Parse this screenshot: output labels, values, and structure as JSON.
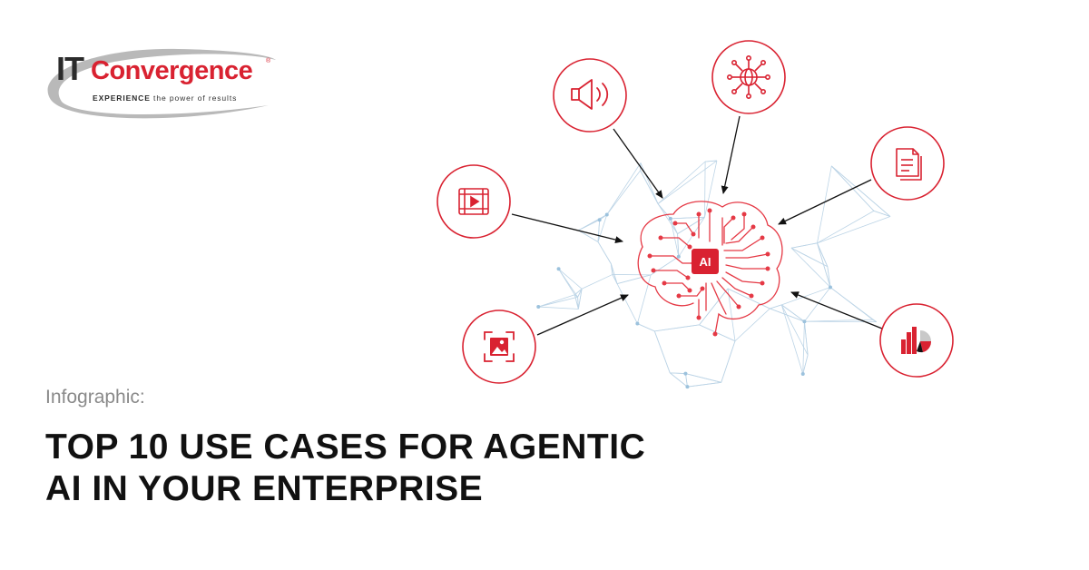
{
  "logo": {
    "prefix": "IT",
    "name": "Convergence",
    "registered": "®",
    "tagline_bold": "EXPERIENCE",
    "tagline_rest": " the power of results"
  },
  "hero": {
    "subtitle": "Infographic:",
    "title_line1": "TOP 10 USE CASES FOR AGENTIC",
    "title_line2": "AI IN YOUR ENTERPRISE"
  },
  "illustration": {
    "chip_label": "AI",
    "icons": [
      "speaker-icon",
      "globe-network-icon",
      "document-icon",
      "video-icon",
      "image-icon",
      "bar-pie-chart-icon"
    ]
  },
  "colors": {
    "accent": "#d92231",
    "text": "#111111",
    "muted": "#8a8a8a",
    "network": "#bcd4e6"
  }
}
